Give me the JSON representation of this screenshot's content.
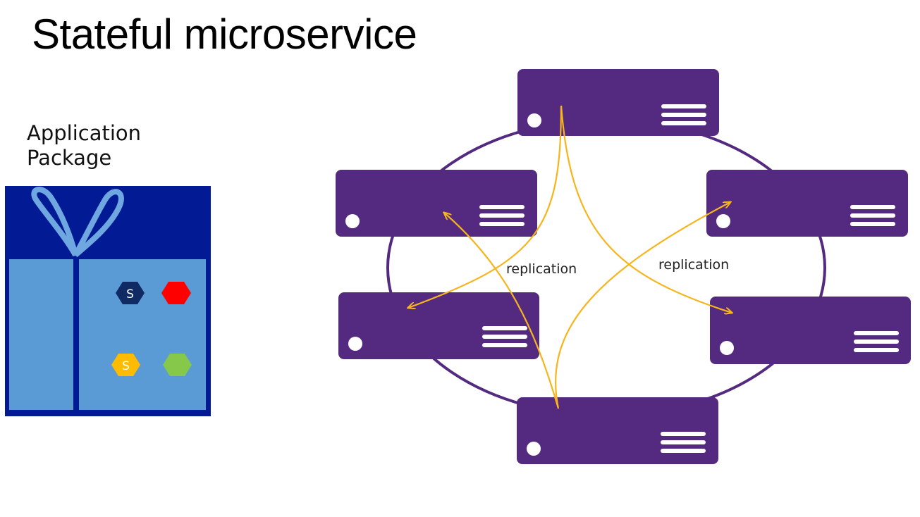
{
  "title": "Stateful microservice",
  "package": {
    "label_line1": "Application",
    "label_line2": "Package",
    "services": [
      {
        "name": "service-s-navy",
        "letter": "S",
        "color": "#102a64"
      },
      {
        "name": "service-red",
        "letter": "",
        "color": "#ff0000"
      },
      {
        "name": "service-s-yellow",
        "letter": "S",
        "color": "#ffbb00"
      },
      {
        "name": "service-green",
        "letter": "",
        "color": "#86c84a"
      }
    ]
  },
  "replication": {
    "label_left": "replication",
    "label_right": "replication"
  },
  "colors": {
    "node": "#532a80",
    "ring": "#532a80",
    "arrow": "#f7b51d",
    "package_dark": "#021a93",
    "package_light": "#5b9bd5",
    "ribbon": "#6fa8e0"
  }
}
